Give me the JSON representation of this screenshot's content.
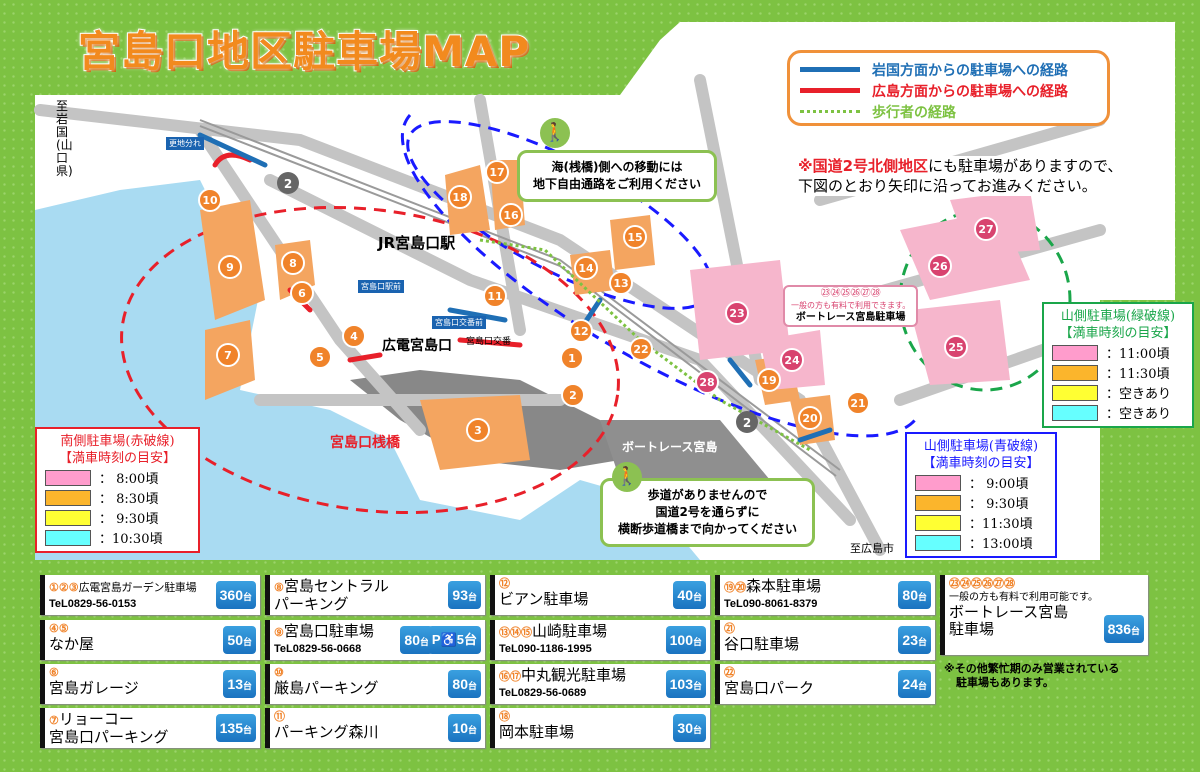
{
  "title": "宮島口地区駐車場MAP",
  "route_legend": [
    {
      "label": "岩国方面からの駐車場への経路",
      "color": "#1f6fb5",
      "style": "solid"
    },
    {
      "label": "広島方面からの駐車場への経路",
      "color": "#e8202a",
      "style": "solid"
    },
    {
      "label": "歩行者の経路",
      "color": "#7dc242",
      "style": "dotted"
    }
  ],
  "notice": {
    "highlight": "※国道2号北側地区",
    "text1": "にも駐車場がありますので、",
    "text2": "下図のとおり矢印に沿ってお進みください。"
  },
  "bubbles": {
    "underpass": [
      "海(桟橋)側への移動には",
      "地下自由通路をご利用ください"
    ],
    "crossing": [
      "歩道がありませんので",
      "国道2号を通らずに",
      "横断歩道橋まで向かってください"
    ]
  },
  "map_labels": {
    "jr_station": "JR宮島口駅",
    "hiroden": "広電宮島口",
    "pier": "宮島口桟橋",
    "boatrace": "ボートレース宮島",
    "to_iwakuni": "至岩国(山口県)",
    "to_hiroshima": "至広島市",
    "sign1": "更地分れ",
    "sign2": "宮島口駅前",
    "sign3": "宮島口交番前",
    "koban": "宮島口交番",
    "route2": "2",
    "boatrace_note": "一般の方も有料で利用できます。",
    "boatrace_lot": "ボートレース宮島駐車場",
    "boatrace_nums": "㉓㉔㉕㉖㉗㉘"
  },
  "lots": [
    "1",
    "2",
    "3",
    "4",
    "5",
    "6",
    "7",
    "8",
    "9",
    "10",
    "11",
    "12",
    "13",
    "14",
    "15",
    "16",
    "17",
    "18",
    "19",
    "20",
    "21",
    "22",
    "23",
    "24",
    "25",
    "26",
    "27",
    "28"
  ],
  "colors": {
    "orange": "#f4a560",
    "pink": "#f6b6cc",
    "water": "#9fd3ef",
    "road": "#bdbdbd"
  },
  "time_legends": {
    "south": {
      "title": "南側駐車場(赤破線)",
      "subtitle": "【満車時刻の目安】",
      "color": "#e8202a",
      "rows": [
        {
          "swatch": "#ff9ccc",
          "text": "：  8:00頃"
        },
        {
          "swatch": "#fbb52c",
          "text": "：  8:30頃"
        },
        {
          "swatch": "#ffff33",
          "text": "：  9:30頃"
        },
        {
          "swatch": "#66ffff",
          "text": "：10:30頃"
        }
      ]
    },
    "north_blue": {
      "title": "山側駐車場(青破線)",
      "subtitle": "【満車時刻の目安】",
      "color": "#1a1aff",
      "rows": [
        {
          "swatch": "#ff9ccc",
          "text": "：  9:00頃"
        },
        {
          "swatch": "#fbb52c",
          "text": "：  9:30頃"
        },
        {
          "swatch": "#ffff33",
          "text": "：11:30頃"
        },
        {
          "swatch": "#66ffff",
          "text": "：13:00頃"
        }
      ]
    },
    "north_green": {
      "title": "山側駐車場(緑破線)",
      "subtitle": "【満車時刻の目安】",
      "color": "#1aa64a",
      "rows": [
        {
          "swatch": "#ff9ccc",
          "text": "：11:00頃"
        },
        {
          "swatch": "#fbb52c",
          "text": "：11:30頃"
        },
        {
          "swatch": "#ffff33",
          "text": "：空きあり"
        },
        {
          "swatch": "#66ffff",
          "text": "：空きあり"
        }
      ]
    }
  },
  "parking_list": [
    {
      "nums": "①②③",
      "name": "広電宮島ガーデン駐車場",
      "tel": "TeL0829-56-0153",
      "capacity": "360",
      "unit": "台"
    },
    {
      "nums": "④⑤",
      "name": "なか屋",
      "tel": "",
      "capacity": "50",
      "unit": "台"
    },
    {
      "nums": "⑥",
      "name": "宮島ガレージ",
      "tel": "",
      "capacity": "13",
      "unit": "台"
    },
    {
      "nums": "⑦",
      "name": "リョーコー 宮島口パーキング",
      "tel": "",
      "capacity": "135",
      "unit": "台"
    },
    {
      "nums": "⑧",
      "name": "宮島セントラル パーキング",
      "tel": "",
      "capacity": "93",
      "unit": "台"
    },
    {
      "nums": "⑨",
      "name": "宮島口駐車場",
      "tel": "TeL0829-56-0668",
      "capacity": "80",
      "unit": "台",
      "accessible": "P♿5台"
    },
    {
      "nums": "⑩",
      "name": "厳島パーキング",
      "tel": "",
      "capacity": "80",
      "unit": "台"
    },
    {
      "nums": "⑪",
      "name": "パーキング森川",
      "tel": "",
      "capacity": "10",
      "unit": "台"
    },
    {
      "nums": "⑫",
      "name": "ビアン駐車場",
      "tel": "",
      "capacity": "40",
      "unit": "台"
    },
    {
      "nums": "⑬⑭⑮",
      "name": "山崎駐車場",
      "tel": "TeL090-1186-1995",
      "capacity": "100",
      "unit": "台"
    },
    {
      "nums": "⑯⑰",
      "name": "中丸観光駐車場",
      "tel": "TeL0829-56-0689",
      "capacity": "103",
      "unit": "台"
    },
    {
      "nums": "⑱",
      "name": "岡本駐車場",
      "tel": "",
      "capacity": "30",
      "unit": "台"
    },
    {
      "nums": "⑲⑳",
      "name": "森本駐車場",
      "tel": "TeL090-8061-8379",
      "capacity": "80",
      "unit": "台"
    },
    {
      "nums": "㉑",
      "name": "谷口駐車場",
      "tel": "",
      "capacity": "23",
      "unit": "台"
    },
    {
      "nums": "㉒",
      "name": "宮島口パーク",
      "tel": "",
      "capacity": "24",
      "unit": "台"
    },
    {
      "nums": "㉓㉔㉕㉖㉗㉘",
      "name": "ボートレース宮島 駐車場",
      "tel": "一般の方も有料で利用可能です。",
      "capacity": "836",
      "unit": "台"
    }
  ],
  "footnote": [
    "※その他繁忙期のみ営業されている",
    "駐車場もあります。"
  ]
}
